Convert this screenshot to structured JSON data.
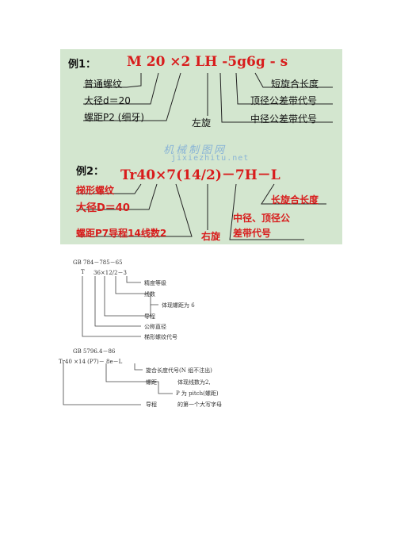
{
  "example1": {
    "label": "例1：",
    "code": "M 20 ×2 LH -5g6g - s",
    "labels_left": [
      "普通螺纹",
      "大径d＝20",
      "螺距P2 (细牙)"
    ],
    "label_center": "左旋",
    "labels_right": [
      "短旋合长度",
      "顶径公差带代号",
      "中径公差带代号"
    ]
  },
  "watermark": {
    "line1": "机械制图网",
    "line2": "jixiezhitu.net"
  },
  "example2": {
    "label": "例2：",
    "code": "Tr40×7(14/2)－7H－L",
    "labels_left": [
      "梯形螺纹",
      "大径D＝40",
      "螺距P7导程14线数2"
    ],
    "label_center": "右旋",
    "labels_right": [
      "长旋合长度",
      "中径、顶径公",
      "差带代号"
    ]
  },
  "notation1": {
    "standard": "GB 784－785－65",
    "code_t": "T",
    "code_rest": "36×12/2－3",
    "labels": [
      "精度等级",
      "线数",
      "体现螺距为 6",
      "导程",
      "公称直径",
      "梯形螺纹代号"
    ]
  },
  "notation2": {
    "standard": "GB 5796.4－86",
    "code": "Tr40 ×14   (P7)－ 8e－L",
    "labels": [
      "旋合长度代号(N 组不注出)",
      "螺距",
      "体现线数为2,",
      "P 为 pitch(螺距)",
      "导程",
      "的第一个大写字母"
    ]
  }
}
